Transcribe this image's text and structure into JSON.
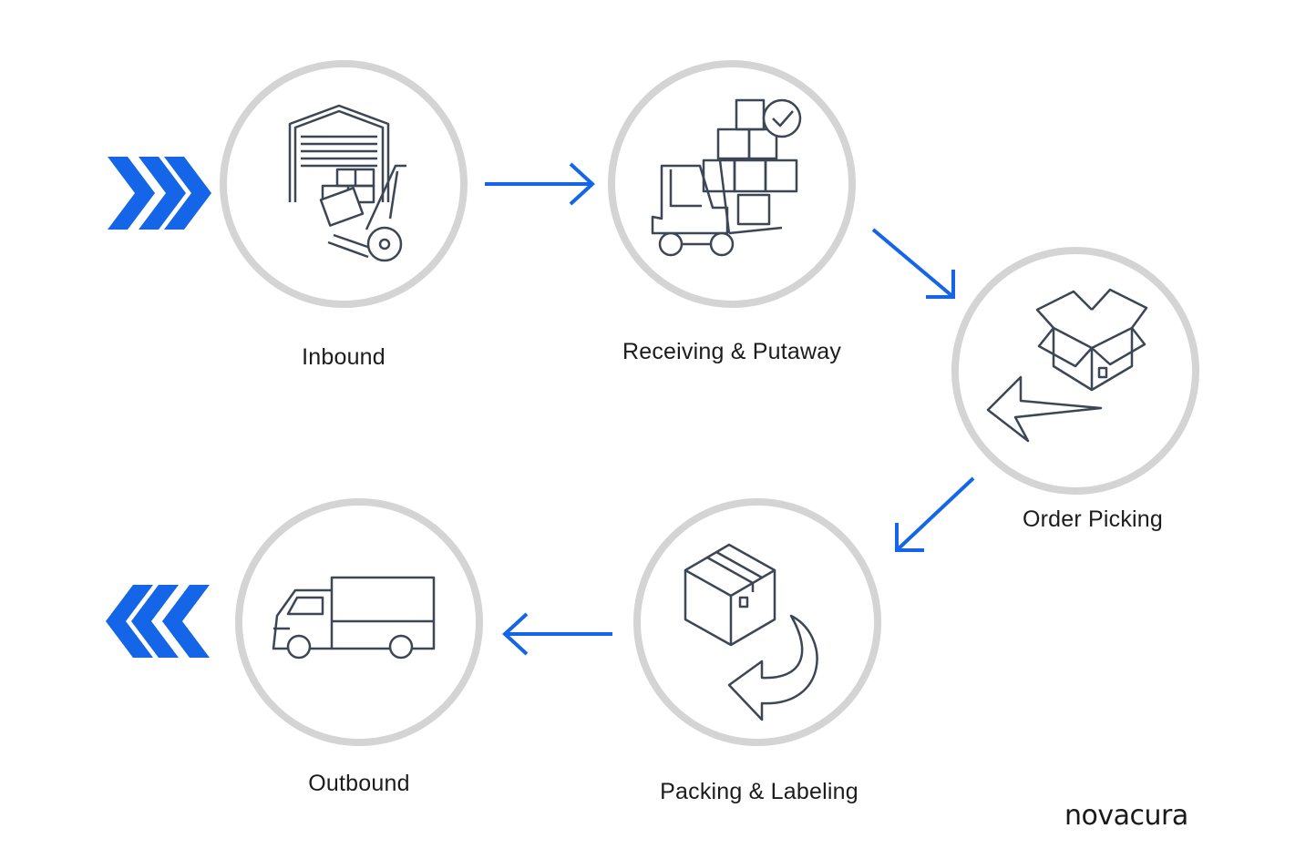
{
  "steps": [
    {
      "label": "Inbound",
      "icon": "warehouse-dolly-icon"
    },
    {
      "label": "Receiving & Putaway",
      "icon": "forklift-boxes-icon"
    },
    {
      "label": "Order Picking",
      "icon": "open-box-arrow-icon"
    },
    {
      "label": "Packing & Labeling",
      "icon": "sealed-box-curved-arrow-icon"
    },
    {
      "label": "Outbound",
      "icon": "delivery-truck-icon"
    }
  ],
  "brand": "novacura",
  "colors": {
    "accent": "#1565e8",
    "circle": "#d4d4d4",
    "icon": "#3c4654",
    "text": "#1c1c1c"
  }
}
